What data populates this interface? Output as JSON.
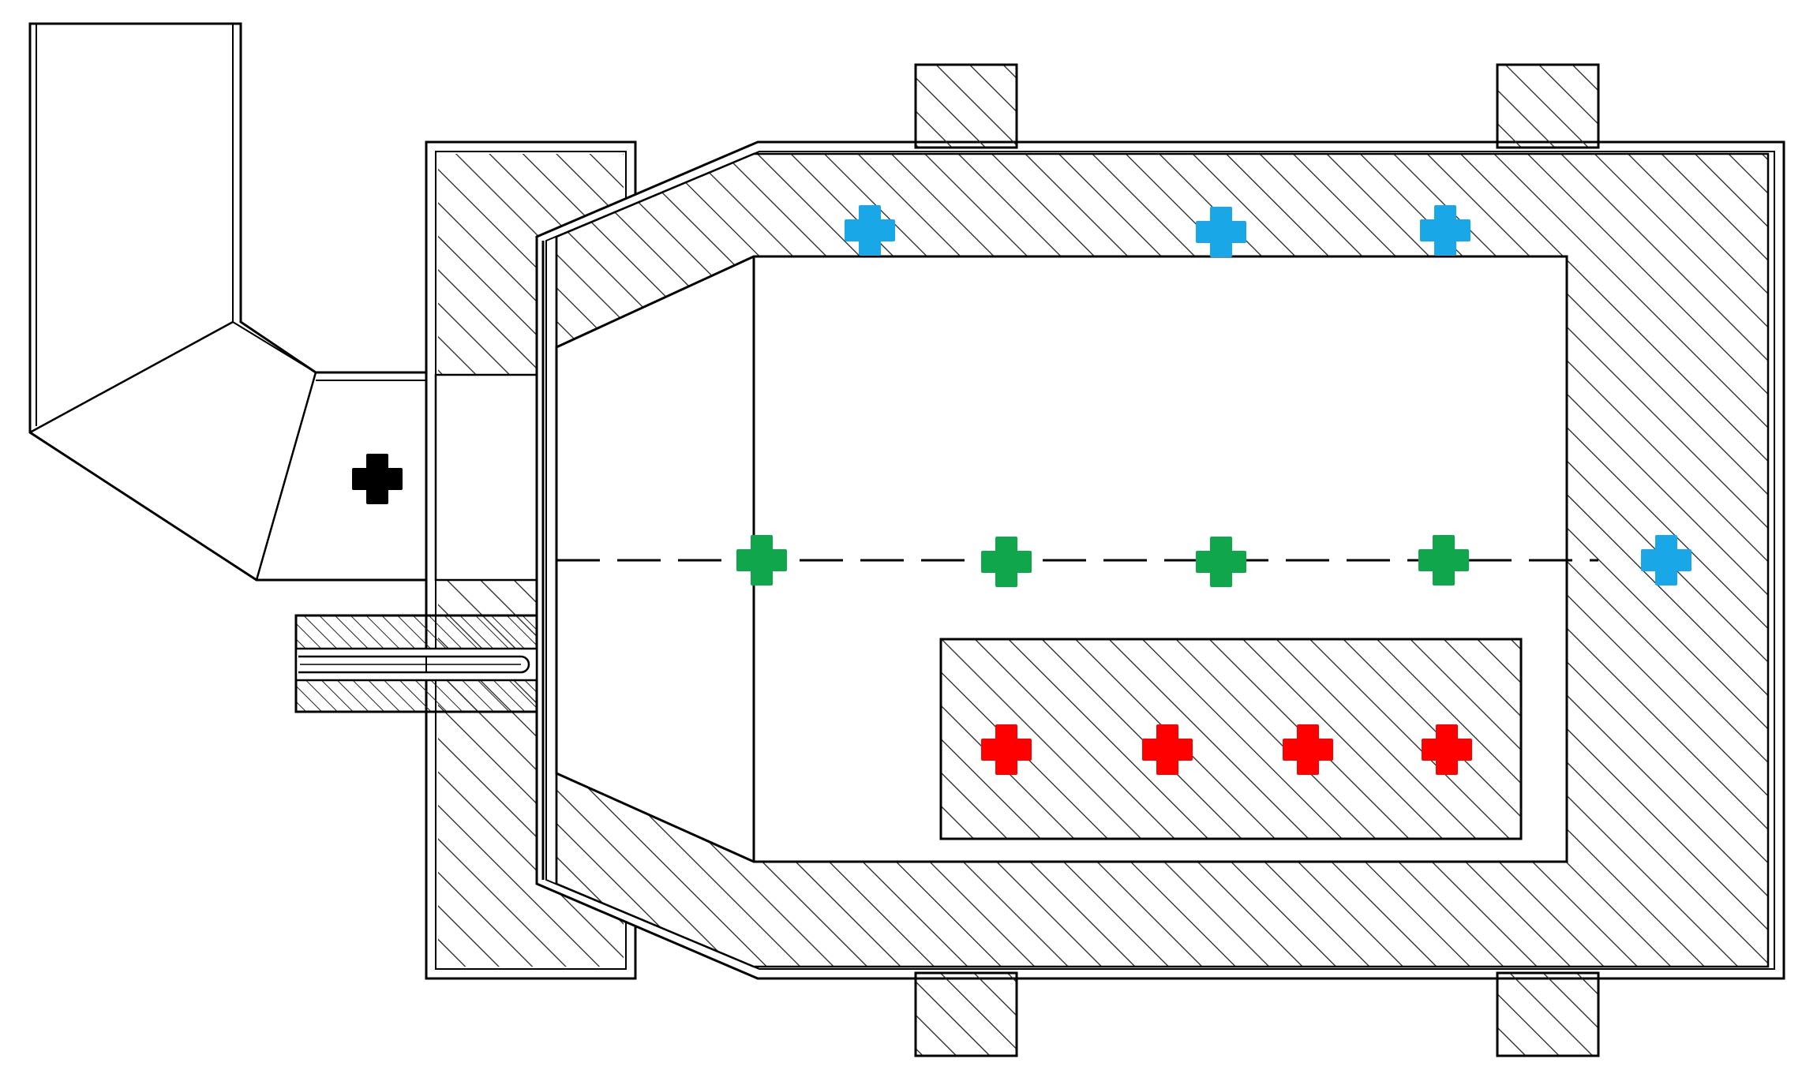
{
  "colors": {
    "background": "#ffffff",
    "line": "#000000",
    "hatch": "#222222",
    "marker_black": "#000000",
    "marker_blue": "#1aa7e8",
    "marker_green": "#0fa64c",
    "marker_red": "#ff0000"
  },
  "markers": {
    "black": {
      "name": "black-cross-marker",
      "color_key": "marker_black",
      "count": 1
    },
    "blue": {
      "name": "blue-cross-marker",
      "color_key": "marker_blue",
      "count": 4
    },
    "green": {
      "name": "green-cross-marker",
      "color_key": "marker_green",
      "count": 4
    },
    "red": {
      "name": "red-cross-marker",
      "color_key": "marker_red",
      "count": 4
    }
  }
}
